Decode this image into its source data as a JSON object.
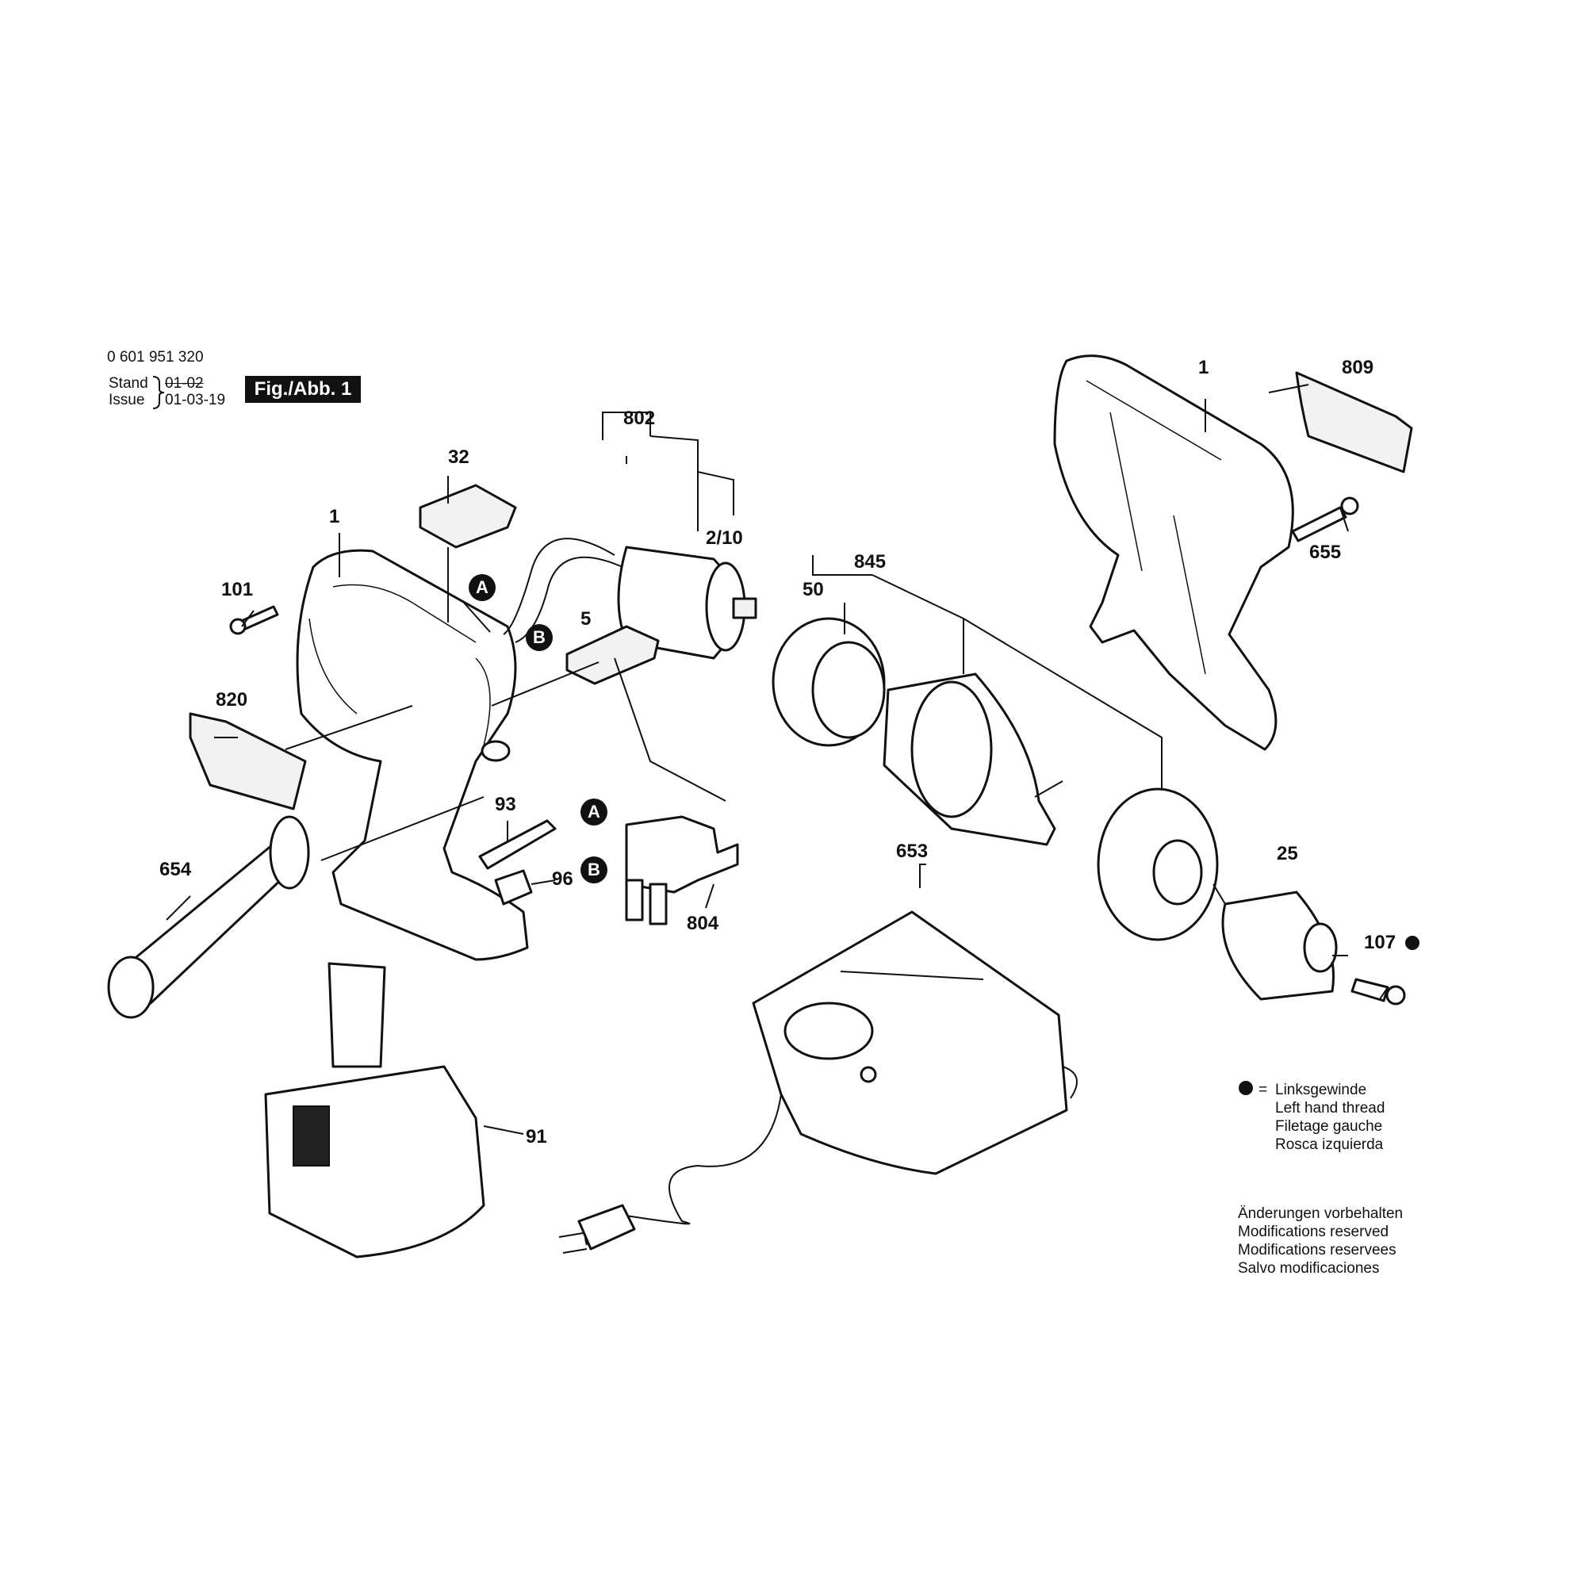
{
  "header": {
    "part_number": "0 601 951 320",
    "stand_label": "Stand",
    "stand_value": "01-02",
    "issue_label": "Issue",
    "issue_value": "01-03-19",
    "figure_label": "Fig./Abb. 1"
  },
  "callouts": {
    "c1_left": "1",
    "c1_right": "1",
    "c101": "101",
    "c32": "32",
    "c802": "802",
    "c2_10": "2/10",
    "c5": "5",
    "c820": "820",
    "c93": "93",
    "c96": "96",
    "c654": "654",
    "c804": "804",
    "c50": "50",
    "c845": "845",
    "c809": "809",
    "c655": "655",
    "c653": "653",
    "c25": "25",
    "c107": "107",
    "c91": "91"
  },
  "markers": {
    "a1": "A",
    "b1": "B",
    "a2": "A",
    "b2": "B"
  },
  "legend_thread": {
    "symbol": "=",
    "lines": [
      "Linksgewinde",
      "Left hand thread",
      "Filetage gauche",
      "Rosca izquierda"
    ]
  },
  "legend_modifications": {
    "lines": [
      "Änderungen vorbehalten",
      "Modifications reserved",
      "Modifications reservees",
      "Salvo modificaciones"
    ]
  }
}
